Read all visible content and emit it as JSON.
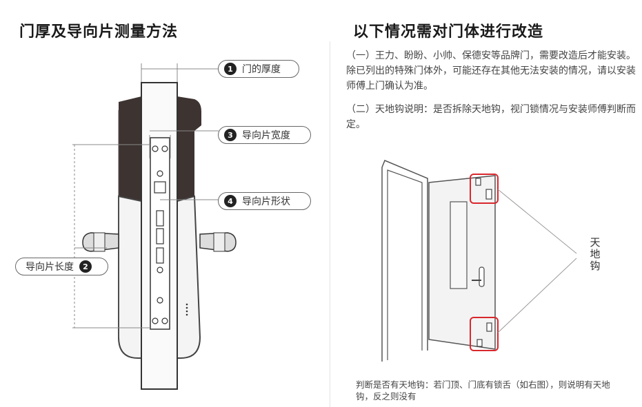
{
  "left": {
    "title": "门厚及导向片测量方法",
    "labels": [
      {
        "num": "1",
        "text": "门的厚度"
      },
      {
        "num": "3",
        "text": "导向片宽度"
      },
      {
        "num": "4",
        "text": "导向片形状"
      },
      {
        "num": "2",
        "text": "导向片长度"
      }
    ]
  },
  "right": {
    "title": "以下情况需对门体进行改造",
    "para1": "（一）王力、盼盼、小帅、保德安等品牌门，需要改造后才能安装。除已列出的特殊门体外，可能还存在其他无法安装的情况，请以安装师傅上门确认为准。",
    "para2": "（二）天地钩说明：是否拆除天地钩，视门锁情况与安装师傅判断而定。",
    "hook_label": "天地钩",
    "note": "判断是否有天地钩：若门顶、门底有锁舌（如右图），则说明有天地钩，反之则没有"
  },
  "colors": {
    "highlight": "#d9262c",
    "line": "#888888",
    "lock_dark": "#3d3331"
  }
}
